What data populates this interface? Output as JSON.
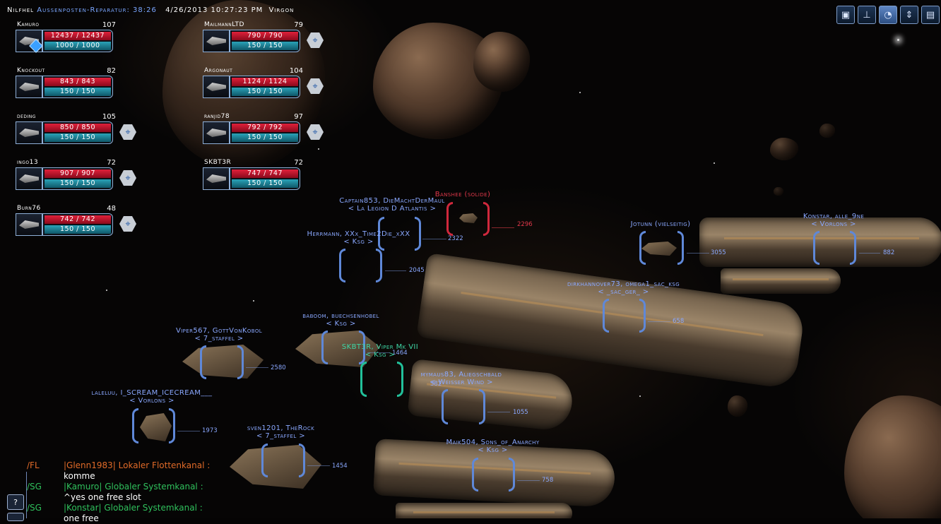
{
  "topbar": {
    "system": "Nilfhel",
    "mission": "Aussenposten-Reparatur: 38:26",
    "datetime": "4/26/2013 10:27:23 PM",
    "location": "Virgon"
  },
  "hud_buttons": [
    {
      "icon": "map-icon",
      "glyph": "▣"
    },
    {
      "icon": "station-icon",
      "glyph": "⊥"
    },
    {
      "icon": "orbit-icon",
      "glyph": "◔"
    },
    {
      "icon": "jump-icon",
      "glyph": "⇕"
    },
    {
      "icon": "overview-icon",
      "glyph": "▤"
    }
  ],
  "fleet": [
    {
      "name": "Kamuro",
      "level": "107",
      "hp": "12437 / 12437",
      "shield": "1000 / 1000",
      "target": false
    },
    {
      "name": "MailmannLTD",
      "level": "79",
      "hp": "790 / 790",
      "shield": "150 / 150",
      "target": true
    },
    {
      "name": "Knockout",
      "level": "82",
      "hp": "843 / 843",
      "shield": "150 / 150",
      "target": false
    },
    {
      "name": "Argonaut",
      "level": "104",
      "hp": "1124 / 1124",
      "shield": "150 / 150",
      "target": true
    },
    {
      "name": "deding",
      "level": "105",
      "hp": "850 / 850",
      "shield": "150 / 150",
      "target": true
    },
    {
      "name": "ranjid78",
      "level": "97",
      "hp": "792 / 792",
      "shield": "150 / 150",
      "target": true
    },
    {
      "name": "ingo13",
      "level": "72",
      "hp": "907 / 907",
      "shield": "150 / 150",
      "target": true
    },
    {
      "name": "SKBT3R",
      "level": "72",
      "hp": "747 / 747",
      "shield": "150 / 150",
      "target": false
    },
    {
      "name": "Burn76",
      "level": "48",
      "hp": "742 / 742",
      "shield": "150 / 150",
      "target": true
    }
  ],
  "target_glyph": "⌖",
  "space_labels": [
    {
      "name": "Captain853, DieMachtDerMaul",
      "tag": "< La Legion D Atlantis >",
      "distance": "2322"
    },
    {
      "name": "Banshee (solide)",
      "tag": "",
      "distance": "2296"
    },
    {
      "name": "Herrmann, XXx_Time2Die_xXX",
      "tag": "< Ksg >",
      "distance": "2045"
    },
    {
      "name": "Jotunn (vielseitig)",
      "tag": "",
      "distance": "3055"
    },
    {
      "name": "Konstar, alle_9ne",
      "tag": "< Vorlons >",
      "distance": "882"
    },
    {
      "name": "dirkhannover73, omega1_sac_ksg",
      "tag": "< _sac_ger_ >",
      "distance": "658"
    },
    {
      "name": "baboom, buechsenhobel",
      "tag": "< Ksg >",
      "distance": "1464"
    },
    {
      "name": "Viper567, GottVonKobol",
      "tag": "< 7_staffel >",
      "distance": "2580"
    },
    {
      "name": "SKBT3R, Viper Mk VII",
      "tag": "< Ksg >",
      "distance": "382"
    },
    {
      "name": "mymaus83, Aliegschbald",
      "tag": "< Weisser Wind >",
      "distance": "1055"
    },
    {
      "name": "laleluu, I_SCREAM_ICECREAM___",
      "tag": "< Vorlons >",
      "distance": "1973"
    },
    {
      "name": "sven1201, TheRock",
      "tag": "< 7_staffel >",
      "distance": "1454"
    },
    {
      "name": "Maik504, Sons_of_Anarchy",
      "tag": "< Ksg >",
      "distance": "758"
    }
  ],
  "chat": {
    "help_button": "?",
    "lines": [
      {
        "channel": "/FL",
        "header": "|Glenn1983|   Lokaler Flottenkanal :",
        "message": "komme"
      },
      {
        "channel": "/SG",
        "header": "|Kamuro|   Globaler Systemkanal :",
        "message": "^yes one free slot"
      },
      {
        "channel": "/SG",
        "header": "|Konstar|   Globaler Systemkanal :",
        "message": "one free"
      }
    ]
  },
  "colors": {
    "friendly": "#8aa8ff",
    "hostile": "#e0384a",
    "self": "#3ed7a6",
    "hp_bar": "#d01c34",
    "shield_bar": "#1e8ca0"
  }
}
